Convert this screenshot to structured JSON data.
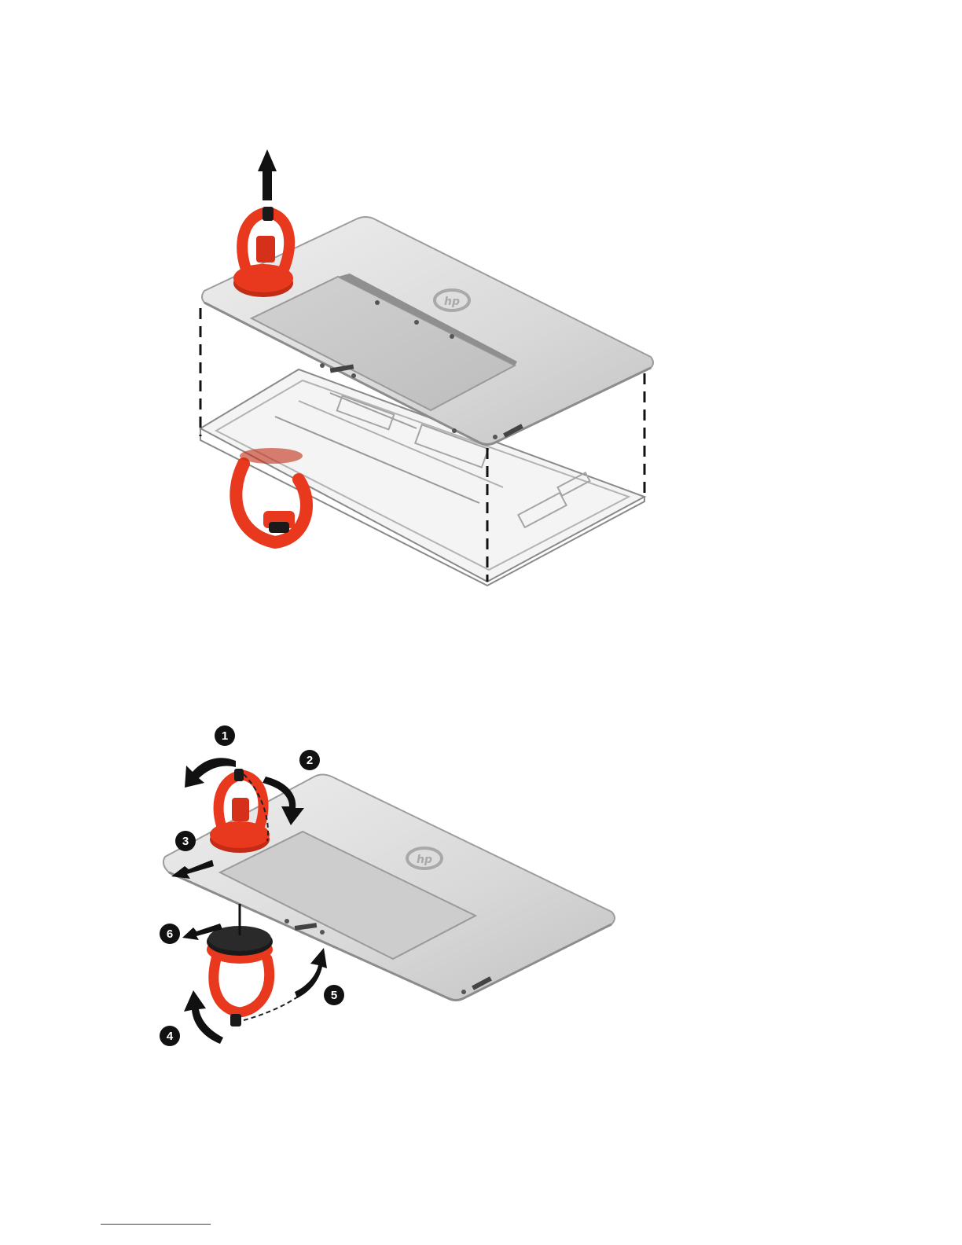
{
  "page": {
    "figures": [
      {
        "name": "remove-back-cover-figure"
      },
      {
        "name": "release-suction-cup-figure"
      }
    ],
    "callouts": [
      "1",
      "2",
      "3",
      "4",
      "5",
      "6"
    ]
  },
  "colors": {
    "suction_cup": "#e8381e",
    "cover_silver": "#d7d7d7",
    "frame_gray": "#a9a9a9",
    "arrow": "#111111",
    "footnote_rule": "#1b3fb8"
  },
  "icons": [
    "up-arrow-icon",
    "suction-cup-icon",
    "hp-logo-icon",
    "curved-arrow-icon",
    "straight-arrow-icon"
  ]
}
